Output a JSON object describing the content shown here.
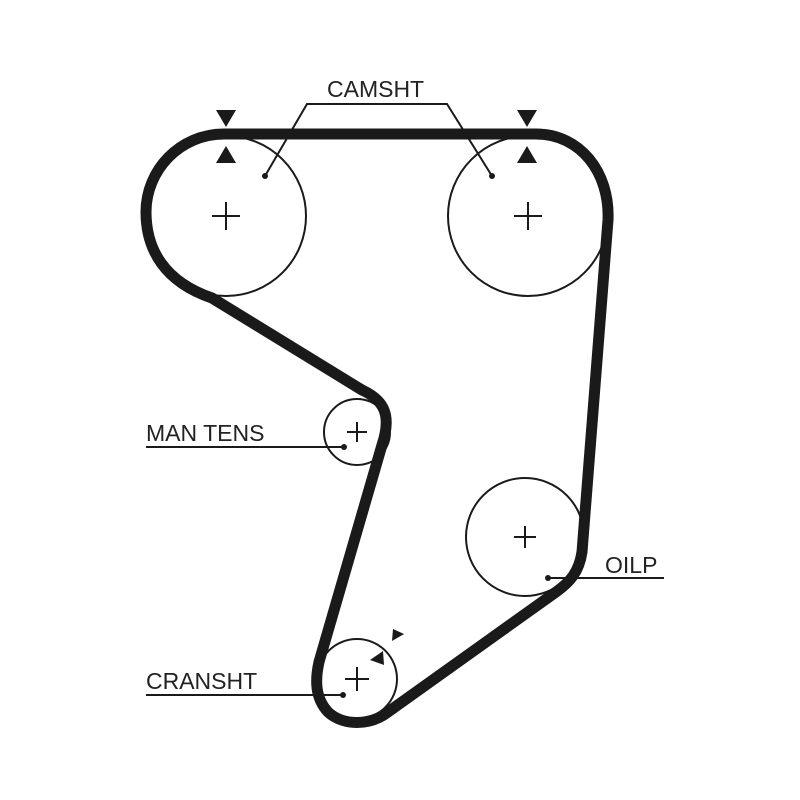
{
  "labels": {
    "camshaft": "CAMSHT",
    "tensioner": "MAN TENS",
    "oil_pump": "OILP",
    "crankshaft": "CRANSHT"
  },
  "colors": {
    "belt": "#1a1a1a",
    "background": "#ffffff"
  },
  "icons": {
    "timing_mark": "triangle-pointer",
    "hub": "plus-cross"
  }
}
